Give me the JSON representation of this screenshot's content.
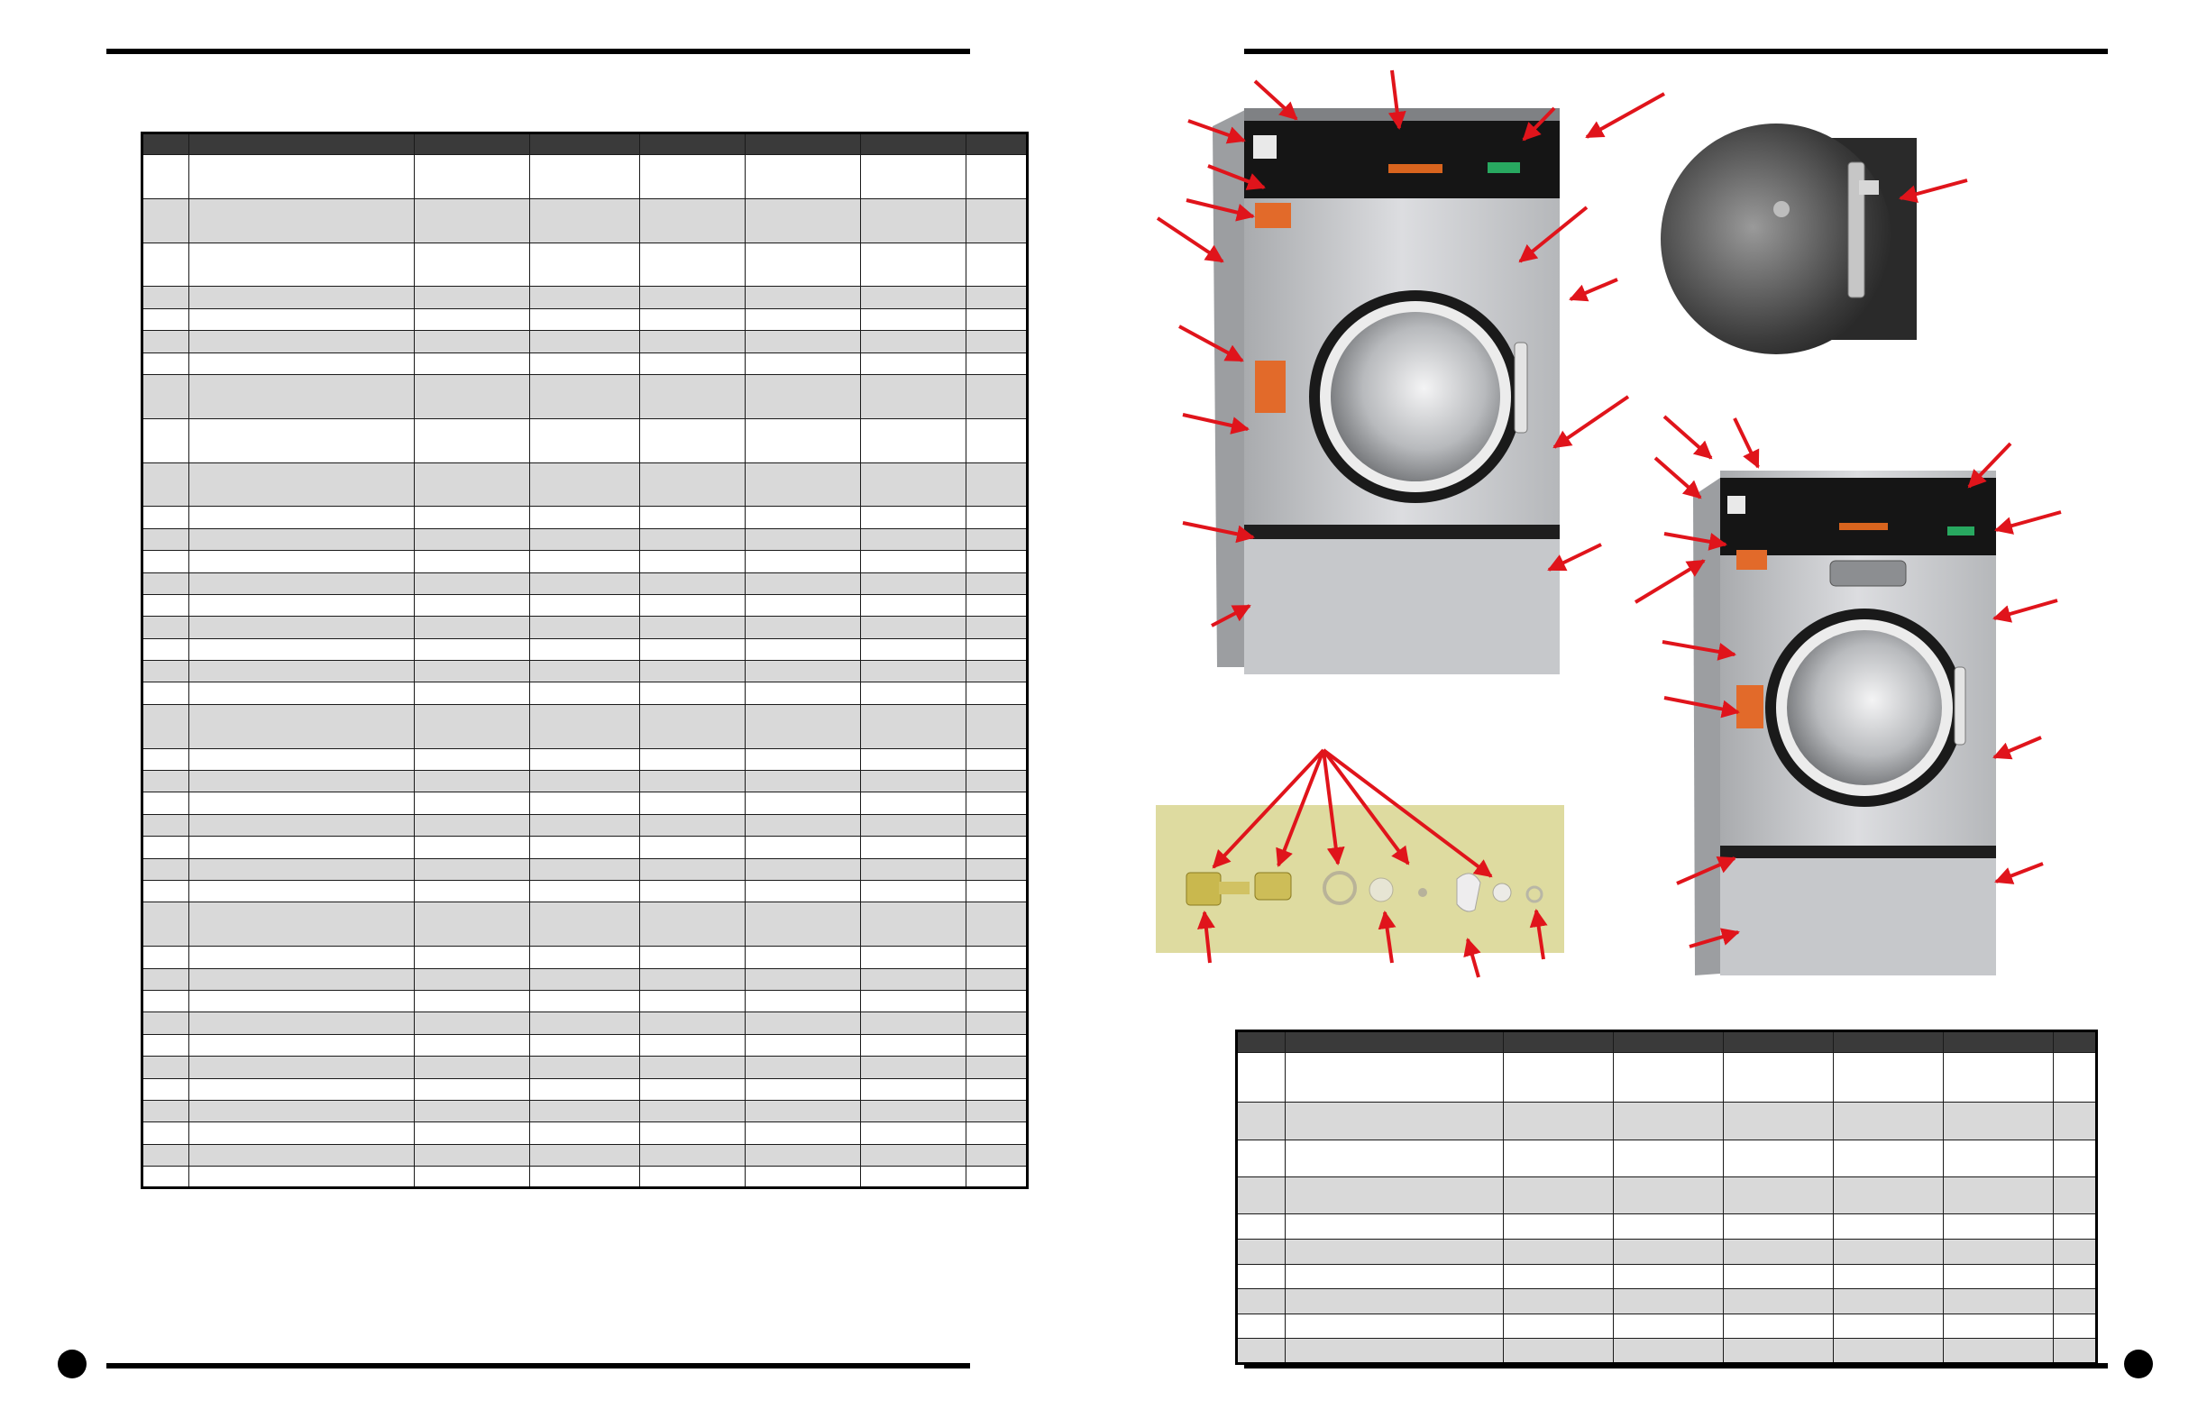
{
  "page": {
    "left_table": {
      "columns": 8,
      "rows": [
        2,
        2,
        2,
        1,
        1,
        1,
        1,
        2,
        2,
        2,
        1,
        1,
        1,
        1,
        1,
        1,
        1,
        1,
        1,
        2,
        1,
        1,
        1,
        1,
        1,
        1,
        1,
        2,
        1,
        1,
        1,
        1,
        1,
        1,
        1,
        1,
        1,
        1,
        1
      ]
    },
    "right_table": {
      "columns": 8,
      "rows": [
        2,
        1.5,
        1.5,
        1.5,
        1,
        1,
        1,
        1,
        1,
        1
      ]
    },
    "colors": {
      "rule": "#000000",
      "header": "#3a3a3a",
      "shaded_row": "#d9d9d9",
      "callout_arrow": "#e0141b",
      "machine_body": "#c9cacc",
      "control_panel": "#161616"
    },
    "icons": {
      "page_marker_left": "page-dot-icon",
      "page_marker_right": "page-dot-icon",
      "callout": "red-arrow-icon"
    }
  }
}
